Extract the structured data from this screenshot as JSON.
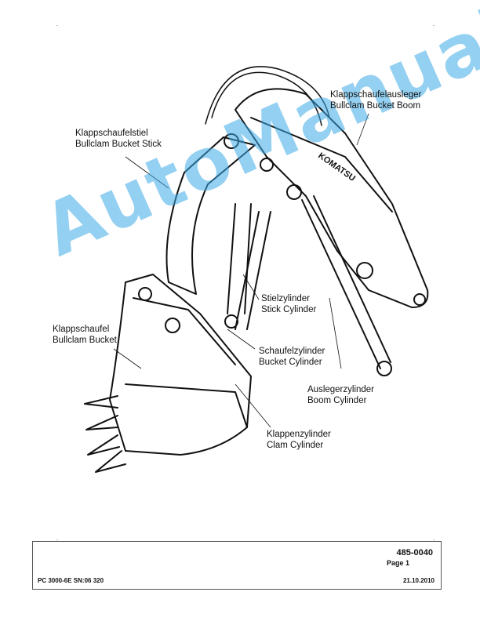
{
  "labels": {
    "stick": {
      "de": "Klappschaufelstiel",
      "en": "Bullclam Bucket Stick"
    },
    "boom": {
      "de": "Klappschaufelausleger",
      "en": "Bullclam Bucket Boom"
    },
    "bucket": {
      "de": "Klappschaufel",
      "en": "Bullclam Bucket"
    },
    "stick_cyl": {
      "de": "Stielzylinder",
      "en": "Stick Cylinder"
    },
    "bucket_cyl": {
      "de": "Schaufelzylinder",
      "en": "Bucket Cylinder"
    },
    "boom_cyl": {
      "de": "Auslegerzylinder",
      "en": "Boom Cylinder"
    },
    "clam_cyl": {
      "de": "Klappenzylinder",
      "en": "Clam Cylinder"
    }
  },
  "brand_text": "KOMATSU",
  "watermark": "AutoManual",
  "footer": {
    "doc_number": "485-0040",
    "page": "Page 1",
    "model": "PC 3000-6E SN:06 320",
    "date": "21.10.2010"
  },
  "colors": {
    "watermark": "#3caae6",
    "line": "#111111"
  }
}
